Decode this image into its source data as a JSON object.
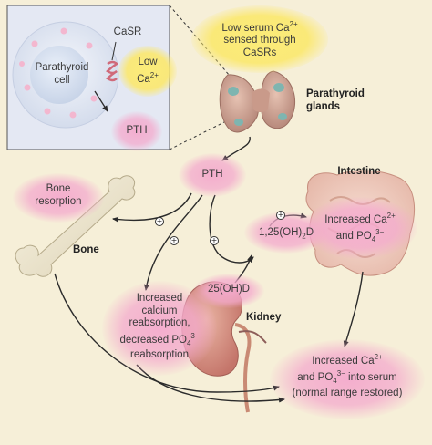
{
  "inset": {
    "cell_label": "Parathyroid\ncell",
    "casr_label": "CaSR",
    "low_ca_label": "Low\nCa2+",
    "pth_label": "PTH"
  },
  "sensing_label": "Low serum Ca2+\nsensed through\nCaSRs",
  "parathyroid_label": "Parathyroid\nglands",
  "pth_label": "PTH",
  "bone_resorption_label": "Bone\nresorption",
  "bone_label": "Bone",
  "intestine_label": "Intestine",
  "intestine_effect_label": "Increased Ca2+\nand PO43−",
  "vitd_active_label": "1,25(OH)2D",
  "vitd_precursor_label": "25(OH)D",
  "kidney_label": "Kidney",
  "kidney_effect_label": "Increased\ncalcium\nreabsorption,\ndecreased PO43−\nreabsorption",
  "serum_result_label": "Increased Ca2+\nand PO43− into serum\n(normal range restored)",
  "plus_symbol": "+",
  "colors": {
    "background": "#f6efd8",
    "inset_background": "#e4e8f3",
    "glow_pink": "#f4aacd",
    "glow_yellow": "#fbec78",
    "arrow": "#2b2b2b"
  }
}
